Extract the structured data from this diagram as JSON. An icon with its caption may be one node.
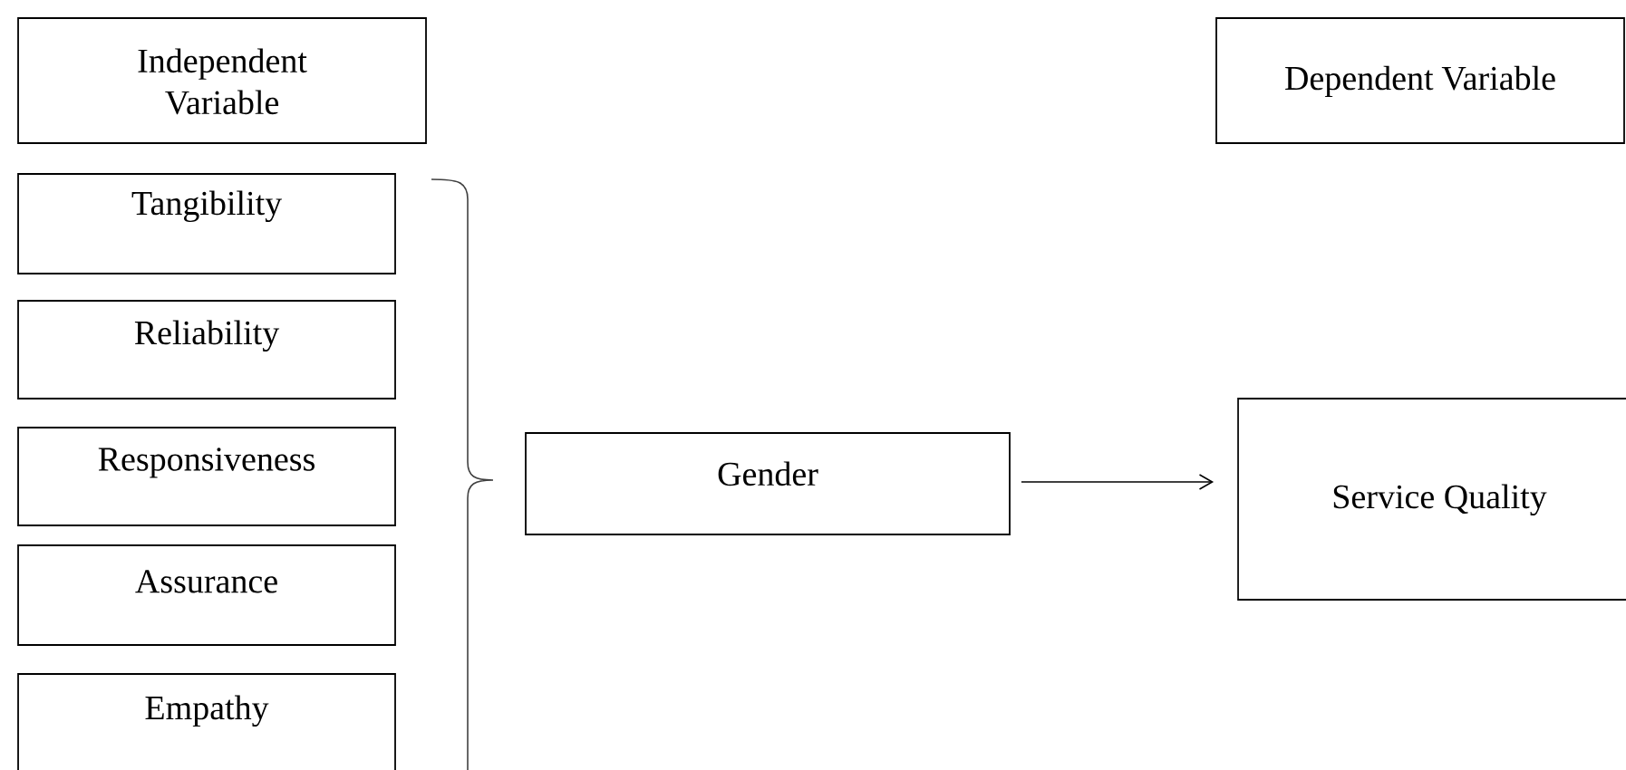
{
  "diagram": {
    "nodes": [
      {
        "text": [
          "Independent Variable"
        ]
      },
      {
        "text": [
          "Dependent Variable"
        ]
      },
      {
        "text": [
          "Tangibility"
        ]
      },
      {
        "text": [
          "Reliability"
        ]
      },
      {
        "text": [
          "Responsiveness"
        ]
      },
      {
        "text": [
          "Assurance"
        ]
      },
      {
        "text": [
          "Empathy"
        ]
      },
      {
        "text": [
          "Gender"
        ]
      },
      {
        "text": [
          "Service Quality"
        ]
      }
    ],
    "edges": [
      {
        "from": 7,
        "to": 8,
        "arrow": "to"
      }
    ]
  }
}
